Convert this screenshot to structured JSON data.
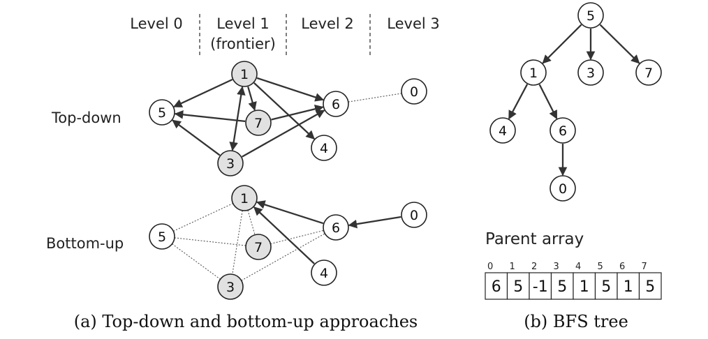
{
  "levels": [
    "Level 0",
    "Level 1",
    "(frontier)",
    "Level 2",
    "Level 3"
  ],
  "rows": {
    "topdown": "Top-down",
    "bottomup": "Bottom-up"
  },
  "captions": {
    "a": "(a) Top-down and bottom-up approaches",
    "b": "(b) BFS tree"
  },
  "parent_array": {
    "title": "Parent array",
    "indices": [
      "0",
      "1",
      "2",
      "3",
      "4",
      "5",
      "6",
      "7"
    ],
    "values": [
      "6",
      "5",
      "-1",
      "5",
      "1",
      "5",
      "1",
      "5"
    ]
  },
  "colors": {
    "frontier_fill": "#e1e1e1",
    "node_fill": "#ffffff",
    "stroke": "#222222"
  },
  "graphs": {
    "topdown": {
      "nodes": [
        {
          "id": "1",
          "frontier": true
        },
        {
          "id": "7",
          "frontier": true
        },
        {
          "id": "3",
          "frontier": true
        },
        {
          "id": "5",
          "frontier": false
        },
        {
          "id": "6",
          "frontier": false
        },
        {
          "id": "4",
          "frontier": false
        },
        {
          "id": "0",
          "frontier": false
        }
      ],
      "edges": [
        {
          "from": "1",
          "to": "5",
          "style": "arrow"
        },
        {
          "from": "1",
          "to": "6",
          "style": "arrow"
        },
        {
          "from": "1",
          "to": "4",
          "style": "arrow"
        },
        {
          "from": "1",
          "to": "7",
          "style": "arrow"
        },
        {
          "from": "1",
          "to": "3",
          "style": "bidir"
        },
        {
          "from": "7",
          "to": "5",
          "style": "arrow"
        },
        {
          "from": "7",
          "to": "6",
          "style": "arrow"
        },
        {
          "from": "3",
          "to": "5",
          "style": "arrow"
        },
        {
          "from": "3",
          "to": "6",
          "style": "arrow"
        },
        {
          "from": "6",
          "to": "0",
          "style": "dotted"
        }
      ]
    },
    "bottomup": {
      "nodes": [
        {
          "id": "1",
          "frontier": true
        },
        {
          "id": "7",
          "frontier": true
        },
        {
          "id": "3",
          "frontier": true
        },
        {
          "id": "5",
          "frontier": false
        },
        {
          "id": "6",
          "frontier": false
        },
        {
          "id": "4",
          "frontier": false
        },
        {
          "id": "0",
          "frontier": false
        }
      ],
      "edges": [
        {
          "from": "5",
          "to": "1",
          "style": "dotted"
        },
        {
          "from": "5",
          "to": "7",
          "style": "dotted"
        },
        {
          "from": "5",
          "to": "3",
          "style": "dotted"
        },
        {
          "from": "1",
          "to": "7",
          "style": "dotted"
        },
        {
          "from": "1",
          "to": "3",
          "style": "dotted"
        },
        {
          "from": "7",
          "to": "6",
          "style": "dotted"
        },
        {
          "from": "3",
          "to": "6",
          "style": "dotted"
        },
        {
          "from": "6",
          "to": "1",
          "style": "arrow"
        },
        {
          "from": "4",
          "to": "1",
          "style": "arrow"
        },
        {
          "from": "0",
          "to": "6",
          "style": "arrow"
        }
      ]
    },
    "tree": {
      "nodes": [
        {
          "id": "5"
        },
        {
          "id": "1"
        },
        {
          "id": "3"
        },
        {
          "id": "7"
        },
        {
          "id": "4"
        },
        {
          "id": "6"
        },
        {
          "id": "0"
        }
      ],
      "edges": [
        {
          "from": "5",
          "to": "1",
          "style": "arrow"
        },
        {
          "from": "5",
          "to": "3",
          "style": "arrow"
        },
        {
          "from": "5",
          "to": "7",
          "style": "arrow"
        },
        {
          "from": "1",
          "to": "4",
          "style": "arrow"
        },
        {
          "from": "1",
          "to": "6",
          "style": "arrow"
        },
        {
          "from": "6",
          "to": "0",
          "style": "arrow"
        }
      ]
    }
  }
}
